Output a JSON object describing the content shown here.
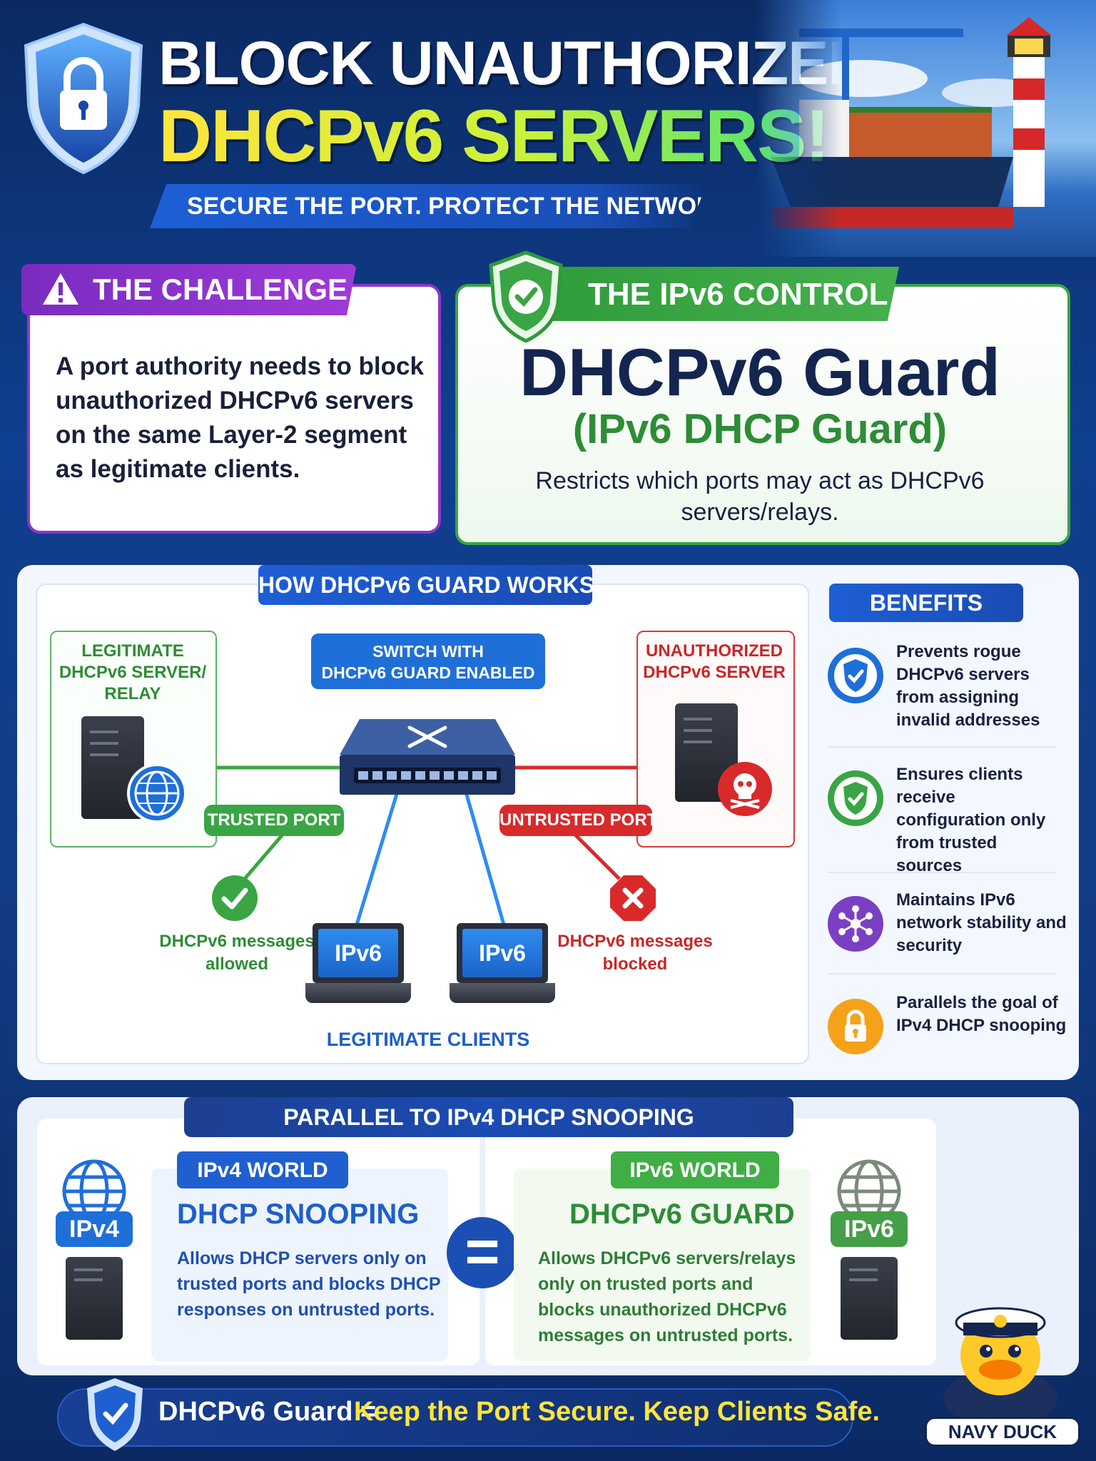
{
  "header": {
    "title_line1": "BLOCK UNAUTHORIZED",
    "title_line2": "DHCPv6 SERVERS!",
    "tagline": "SECURE THE PORT. PROTECT THE NETWORK."
  },
  "challenge": {
    "heading": "THE CHALLENGE",
    "text": "A port authority needs to block unauthorized DHCPv6 servers on the same Layer-2 segment as legitimate clients."
  },
  "control": {
    "heading": "THE IPv6 CONTROL",
    "name": "DHCPv6 Guard",
    "alt_name": "(IPv6 DHCP Guard)",
    "description": "Restricts which ports may act as DHCPv6 servers/relays."
  },
  "how": {
    "heading": "HOW DHCPv6 GUARD WORKS",
    "legit_server": "LEGITIMATE DHCPv6 SERVER/ RELAY",
    "switch_label_line1": "SWITCH WITH",
    "switch_label_line2": "DHCPv6 GUARD ENABLED",
    "unauth_server_line1": "UNAUTHORIZED",
    "unauth_server_line2": "DHCPv6 SERVER",
    "trusted_port": "TRUSTED PORT",
    "untrusted_port": "UNTRUSTED PORT",
    "msg_allowed_line1": "DHCPv6 messages",
    "msg_allowed_line2": "allowed",
    "msg_blocked_line1": "DHCPv6 messages",
    "msg_blocked_line2": "blocked",
    "client1": "IPv6",
    "client2": "IPv6",
    "clients_label": "LEGITIMATE CLIENTS"
  },
  "benefits": {
    "heading": "BENEFITS",
    "items": [
      {
        "text": "Prevents rogue DHCPv6 servers from assigning invalid addresses",
        "icon": "shield-check-icon",
        "color": "#1f6fd9"
      },
      {
        "text": "Ensures clients receive configuration only from trusted sources",
        "icon": "shield-check-icon",
        "color": "#3aa544"
      },
      {
        "text": "Maintains IPv6 network stability and security",
        "icon": "network-hub-icon",
        "color": "#7b3fc4"
      },
      {
        "text": "Parallels the goal of IPv4 DHCP snooping",
        "icon": "padlock-icon",
        "color": "#f5a21a"
      }
    ]
  },
  "parallel": {
    "heading": "PARALLEL TO IPv4 DHCP SNOOPING",
    "ipv4_badge": "IPv4",
    "ipv6_badge": "IPv6",
    "ipv4_tab": "IPv4 WORLD",
    "ipv4_head": "DHCP SNOOPING",
    "ipv4_desc": "Allows DHCP servers only on trusted ports and blocks DHCP responses on untrusted ports.",
    "equals": "=",
    "ipv6_tab": "IPv6 WORLD",
    "ipv6_head": "DHCPv6 GUARD",
    "ipv6_desc": "Allows DHCPv6 servers/relays only on trusted ports and blocks unauthorized DHCPv6 messages on untrusted ports."
  },
  "footer": {
    "part1": "DHCPv6 Guard =",
    "part2": "Keep the Port Secure. Keep Clients Safe.",
    "mascot_label": "NAVY DUCK"
  },
  "colors": {
    "trusted": "#3aa544",
    "untrusted": "#d82a2a",
    "accent_blue": "#1f5fd0",
    "challenge_purple": "#8e35c9",
    "highlight_yellow": "#ffe53b"
  }
}
